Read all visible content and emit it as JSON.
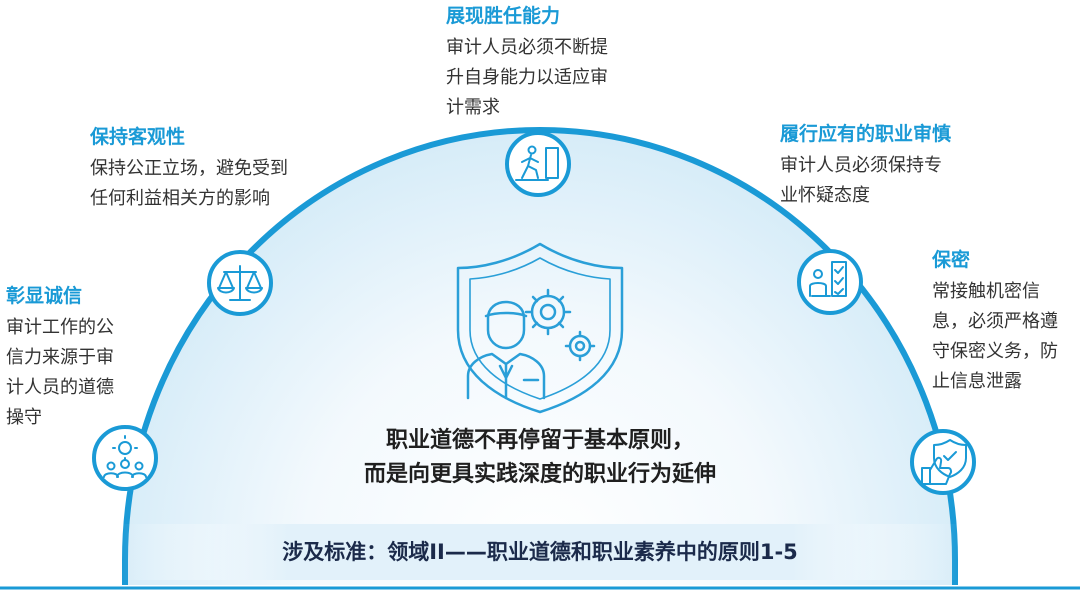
{
  "colors": {
    "accent": "#1a9ad6",
    "arc": "#1a9ad6",
    "icon_line": "#2a9fd8",
    "text": "#333333"
  },
  "center": {
    "line1": "职业道德不再停留于基本原则，",
    "line2": "而是向更具实践深度的职业行为延伸",
    "icon": "shield-gears-person-icon"
  },
  "standard_bar": {
    "text": "涉及标准：领域II——职业道德和职业素养中的原则1-5"
  },
  "principles": [
    {
      "title": "彰显诚信",
      "desc_lines": [
        "审计工作的公",
        "信力来源于审",
        "计人员的道德",
        "操守"
      ],
      "icon": "team-gear-icon"
    },
    {
      "title": "保持客观性",
      "desc_lines": [
        "保持公正立场，避免受到",
        "任何利益相关方的影响"
      ],
      "icon": "scales-icon"
    },
    {
      "title": "展现胜任能力",
      "desc_lines": [
        "审计人员必须不断提",
        "升自身能力以适应审",
        "计需求"
      ],
      "icon": "climbing-stairs-icon"
    },
    {
      "title": "履行应有的职业审慎",
      "desc_lines": [
        "审计人员必须保持专",
        "业怀疑态度"
      ],
      "icon": "checklist-person-icon"
    },
    {
      "title": "保密",
      "desc_lines": [
        "常接触机密信",
        "息，必须严格遵",
        "守保密义务，防",
        "止信息泄露"
      ],
      "icon": "shield-thumbs-up-icon"
    }
  ]
}
